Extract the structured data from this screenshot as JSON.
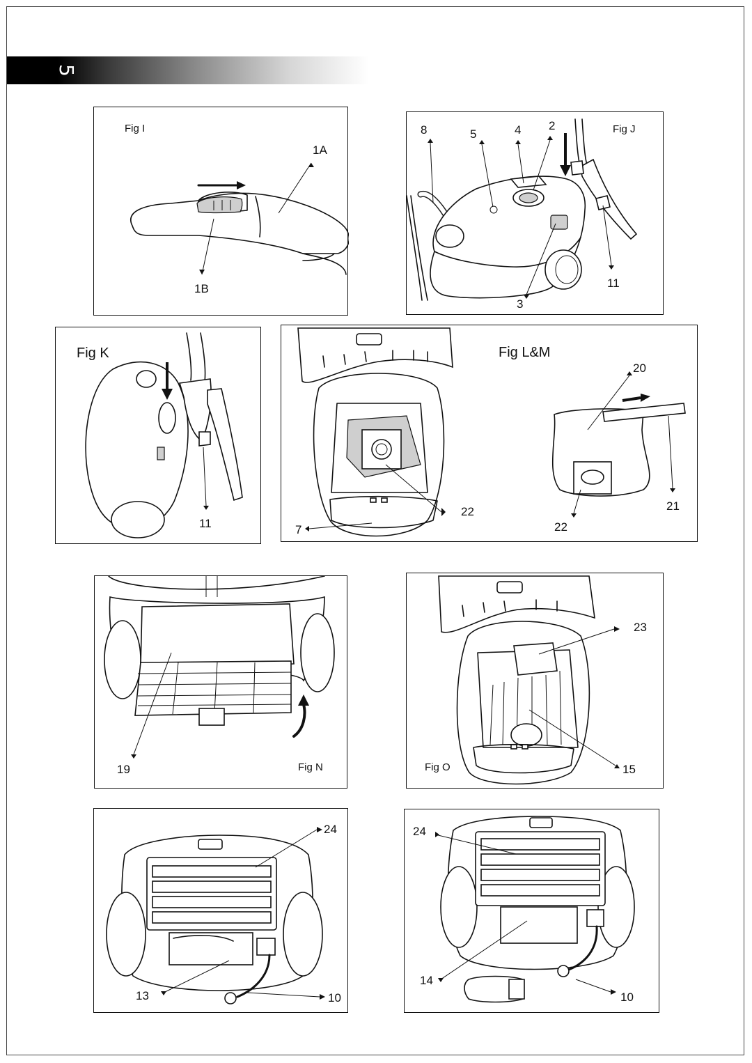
{
  "header": {
    "page_number": "5"
  },
  "figures": {
    "fig_i": {
      "title": "Fig I",
      "callouts": {
        "c1a": "1A",
        "c1b": "1B"
      }
    },
    "fig_j": {
      "title": "Fig J",
      "callouts": {
        "c8": "8",
        "c5": "5",
        "c4": "4",
        "c2": "2",
        "c11": "11",
        "c3": "3"
      }
    },
    "fig_k": {
      "title": "Fig K",
      "callouts": {
        "c11": "11"
      }
    },
    "fig_lm": {
      "title": "Fig L&M",
      "callouts": {
        "c20": "20",
        "c22a": "22",
        "c7": "7",
        "c21": "21",
        "c22b": "22"
      }
    },
    "fig_n": {
      "title": "Fig N",
      "callouts": {
        "c19": "19"
      }
    },
    "fig_o": {
      "title": "Fig O",
      "callouts": {
        "c23": "23",
        "c15": "15"
      }
    },
    "fig_p1": {
      "callouts": {
        "c24": "24",
        "c13": "13",
        "c10": "10"
      }
    },
    "fig_p2": {
      "callouts": {
        "c24": "24",
        "c14": "14",
        "c10": "10"
      }
    }
  }
}
